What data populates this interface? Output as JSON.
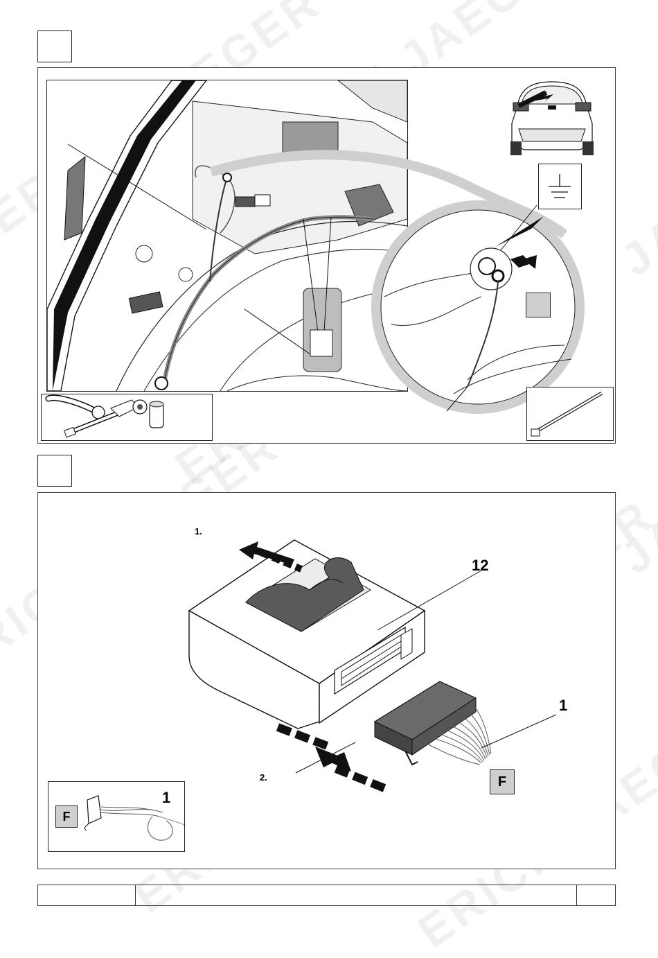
{
  "watermark": {
    "text": "ERICH JAEGER"
  },
  "step1": {
    "number": "",
    "callouts": {
      "ground_badge": ""
    }
  },
  "step2": {
    "number": "",
    "instructions": {
      "first": "1.",
      "second": "2."
    },
    "callouts": {
      "control_unit": "12",
      "connector": "1",
      "connector_ref": "F"
    },
    "inset": {
      "number": "1",
      "badge": "F"
    }
  },
  "footer": {
    "left": "",
    "middle": "",
    "right": ""
  },
  "colors": {
    "line": "#1a1a1a",
    "grey_fill": "#cfcfcf",
    "dark_fill": "#555555",
    "wire_grey": "#8a8a8a"
  }
}
